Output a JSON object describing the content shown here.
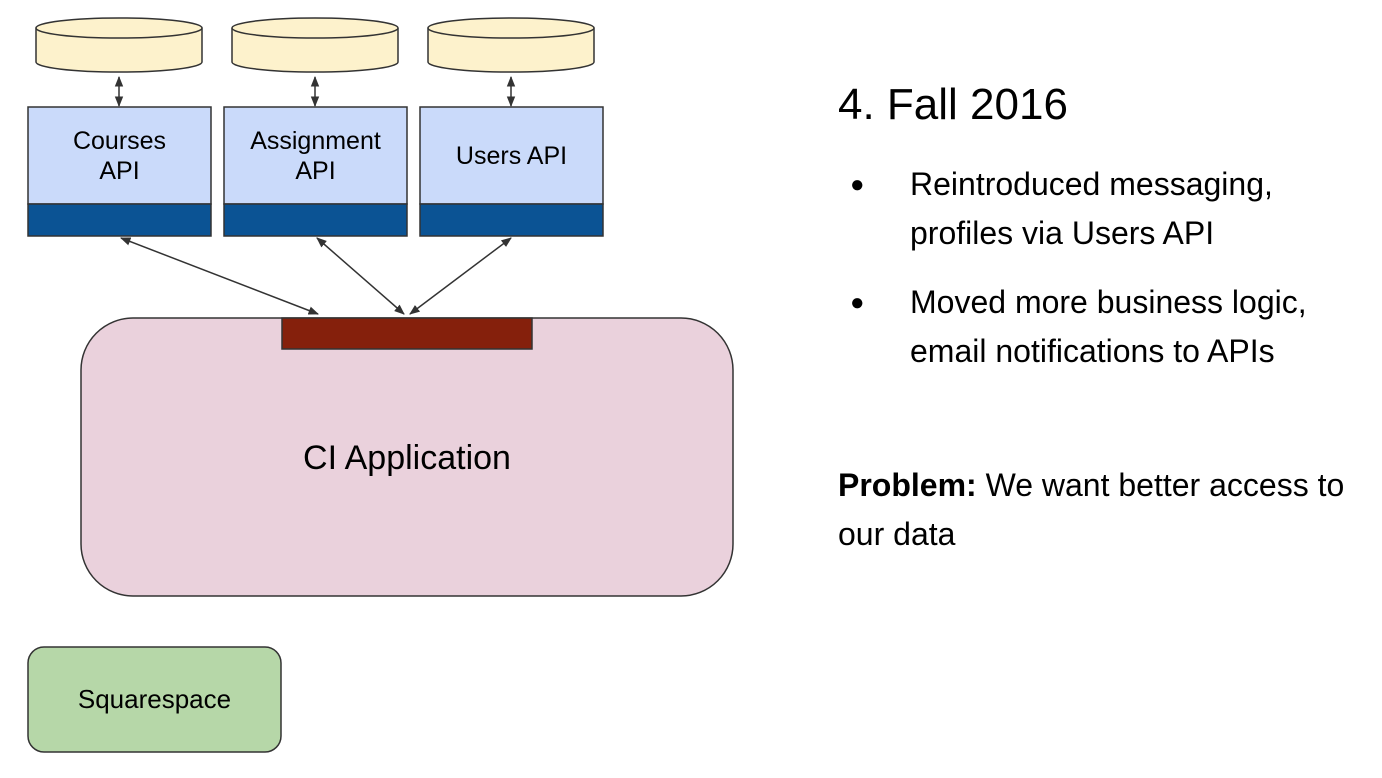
{
  "diagram": {
    "apis": [
      {
        "id": "courses",
        "label": "Courses\nAPI"
      },
      {
        "id": "assignment",
        "label": "Assignment\nAPI"
      },
      {
        "id": "users",
        "label": "Users API"
      }
    ],
    "ci_application": {
      "label": "CI Application"
    },
    "squarespace": {
      "label": "Squarespace"
    },
    "colors": {
      "database_fill": "#fdf2cc",
      "api_fill": "#cadafa",
      "api_band": "#0b5394",
      "ci_fill": "#ead1dc",
      "ci_connector": "#85200c",
      "squarespace_fill": "#b6d7a8",
      "stroke": "#333333"
    }
  },
  "slide": {
    "title": "4. Fall 2016",
    "bullets": [
      "Reintroduced messaging, profiles via Users API",
      "Moved more business logic, email notifications to APIs"
    ],
    "bullet_symbol": "●",
    "problem_label": "Problem:",
    "problem_text": " We want better access to our data"
  }
}
